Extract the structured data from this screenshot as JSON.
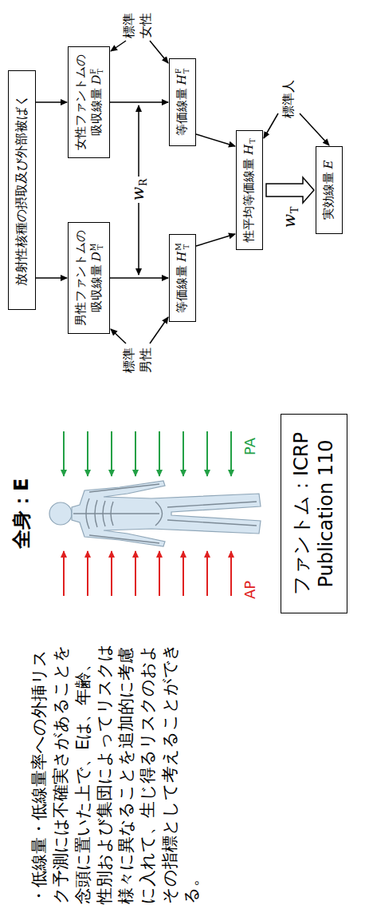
{
  "diagram": {
    "nodes": [
      {
        "text": [
          "ファントム：ICRP Publication 110"
        ]
      },
      {
        "text": [
          "放射性核種の摂取及び外部被ばく"
        ]
      },
      {
        "text": [
          "男性ファントムの吸収線量",
          "D",
          "M",
          "T"
        ]
      },
      {
        "text": [
          "女性ファントムの吸収線量",
          "D",
          "F",
          "T"
        ]
      },
      {
        "text": [
          "等価線量",
          "H",
          "M",
          "T"
        ]
      },
      {
        "text": [
          "等価線量",
          "H",
          "F",
          "T"
        ]
      },
      {
        "text": [
          "性平均等価線量",
          "H",
          "T"
        ]
      },
      {
        "text": [
          "実効線量",
          "E"
        ]
      }
    ],
    "edges": [
      {
        "from": 1,
        "to": 2,
        "arrow": "to"
      },
      {
        "from": 1,
        "to": 3,
        "arrow": "to"
      },
      {
        "from": 2,
        "to": 4,
        "arrow": "to"
      },
      {
        "from": 3,
        "to": 5,
        "arrow": "to"
      },
      {
        "from": 4,
        "to": 6,
        "arrow": "to"
      },
      {
        "from": 5,
        "to": 6,
        "arrow": "to"
      },
      {
        "from": 6,
        "to": 7,
        "arrow": "to"
      }
    ],
    "labels": [
      "・低線量・低線量率への外挿リスク予測には不確実さがあることを念頭に置いた上で、Eは、年齢、性別および集団によってリスクは様々に異なることを追加的に考慮に入れて、生じ得るリスクのおよその指標として考えることができる。",
      "全身：E",
      "AP",
      "PA",
      "標準男性",
      "標準女性",
      "w",
      "R",
      "標準人",
      "w",
      "T"
    ]
  }
}
